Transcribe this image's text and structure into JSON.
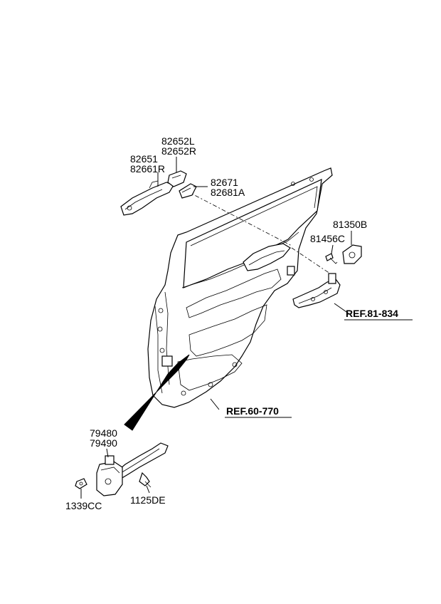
{
  "diagram": {
    "callouts": {
      "handle_cover_l": "82652L",
      "handle_cover_r": "82652R",
      "handle_outer": "82651",
      "handle_outer_r": "82661R",
      "handle_trim_1": "82671",
      "handle_trim_2": "82681A",
      "latch_striker": "81350B",
      "latch_screw": "81456C",
      "checker_1": "79480",
      "checker_2": "79490",
      "nut": "1339CC",
      "bolt": "1125DE"
    },
    "references": {
      "latch_ref": "REF.81-834",
      "door_ref": "REF.60-770"
    }
  }
}
